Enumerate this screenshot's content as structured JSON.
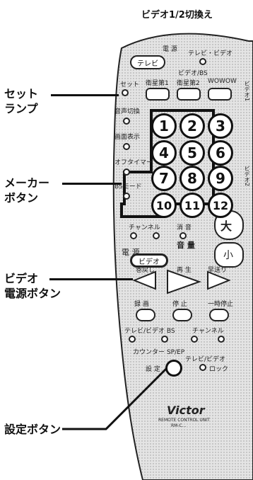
{
  "title": "ビデオ1/2切換え",
  "callouts": {
    "set_lamp": "セット\nランプ",
    "maker_button": "メーカー\nボタン",
    "video_power": "ビデオ\n電源ボタン",
    "setting_button": "設定ボタン"
  },
  "remote": {
    "power_label": "電 源",
    "tv_button": "テレビ",
    "tv_video_label": "テレビ・ビデオ",
    "video_bs_label": "ビデオ/BS",
    "set_label": "セット",
    "sat1_label": "衛星第1",
    "sat2_label": "衛星第2",
    "wowow_label": "WOWOW",
    "audio_switch_label": "音声切換",
    "screen_display_label": "画面表示",
    "off_timer_label": "オフタイマー",
    "bs_mode_label": "BSモード",
    "channel_label": "チャンネル",
    "volume_label": "音 量",
    "mute_label": "消 音",
    "big_label": "大",
    "small_label": "小",
    "video_power_label": "電 源",
    "video_button": "ビデオ",
    "rewind_label": "巻戻し",
    "play_label": "再 生",
    "ff_label": "早送り",
    "record_label": "録 画",
    "stop_label": "停 止",
    "pause_label": "一時停止",
    "tvvideo_bs_label": "テレビ/ビデオ BS",
    "channel2_label": "チャンネル",
    "counter_label": "カウンター SP/EP",
    "tv_video2_label": "テレビ/ビデオ",
    "setting_label": "設 定",
    "lock_label": "ロック",
    "brand": "Victor",
    "model_line": "REMOTE CONTROL UNIT",
    "model_sub": "RM-C...",
    "side_video1": "ビデオ1",
    "side_video2": "ビデオ2",
    "numbers": [
      "1",
      "2",
      "3",
      "4",
      "5",
      "6",
      "7",
      "8",
      "9",
      "10",
      "11",
      "12"
    ]
  }
}
